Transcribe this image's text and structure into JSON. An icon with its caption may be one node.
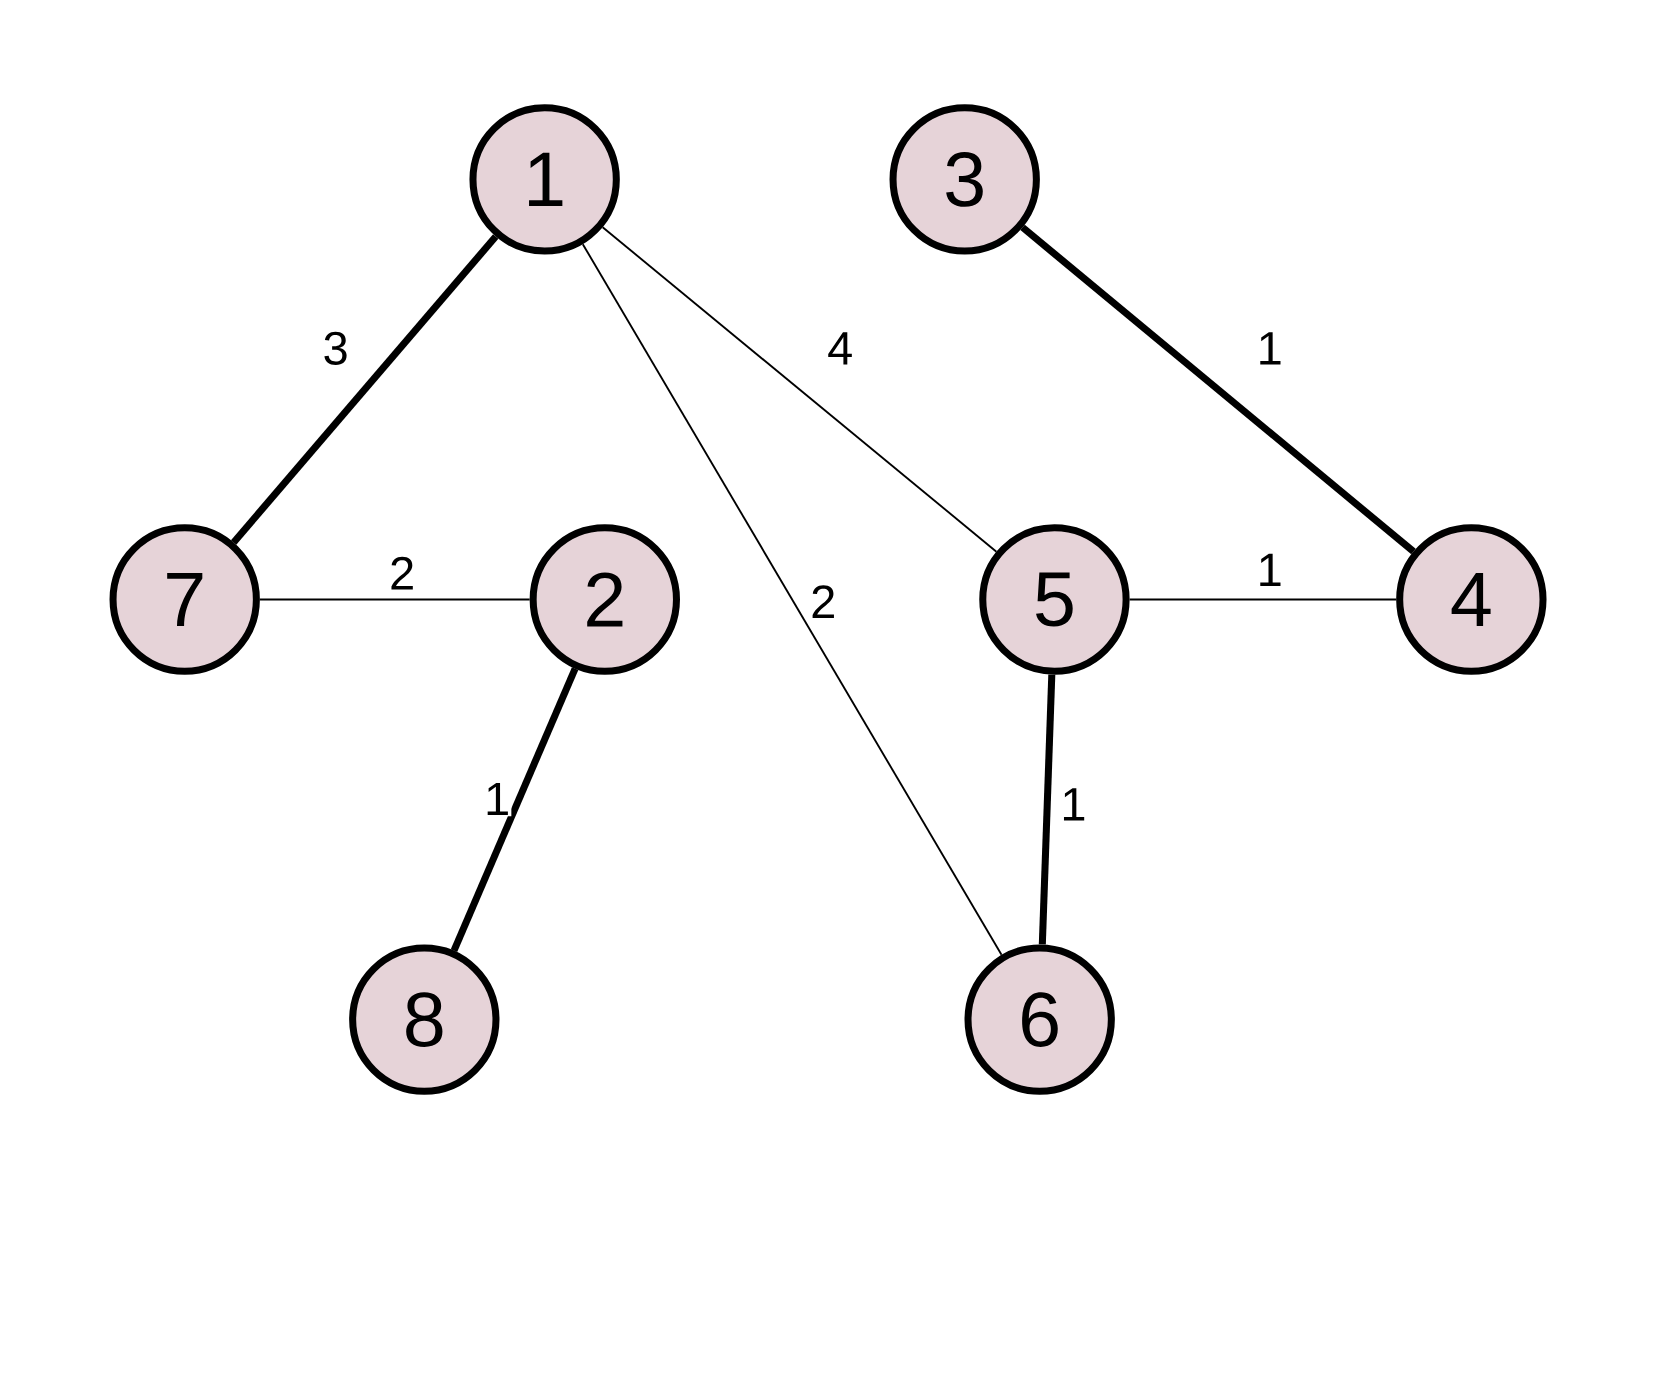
{
  "diagram": {
    "nodes": [
      {
        "text": [
          "1"
        ]
      },
      {
        "text": [
          "3"
        ]
      },
      {
        "text": [
          "7"
        ]
      },
      {
        "text": [
          "2"
        ]
      },
      {
        "text": [
          "5"
        ]
      },
      {
        "text": [
          "4"
        ]
      },
      {
        "text": [
          "8"
        ]
      },
      {
        "text": [
          "6"
        ]
      }
    ],
    "edges": [
      {
        "from": 0,
        "to": 2,
        "arrow": "none",
        "label": "3",
        "style": "thick"
      },
      {
        "from": 0,
        "to": 7,
        "arrow": "none",
        "label": "2"
      },
      {
        "from": 0,
        "to": 4,
        "arrow": "none",
        "label": "4"
      },
      {
        "from": 1,
        "to": 5,
        "arrow": "none",
        "label": "1",
        "style": "thick"
      },
      {
        "from": 2,
        "to": 3,
        "arrow": "none",
        "label": "2"
      },
      {
        "from": 3,
        "to": 6,
        "arrow": "none",
        "label": "1",
        "style": "thick"
      },
      {
        "from": 4,
        "to": 5,
        "arrow": "none",
        "label": "1"
      },
      {
        "from": 4,
        "to": 7,
        "arrow": "none",
        "label": "1",
        "style": "thick"
      }
    ]
  }
}
